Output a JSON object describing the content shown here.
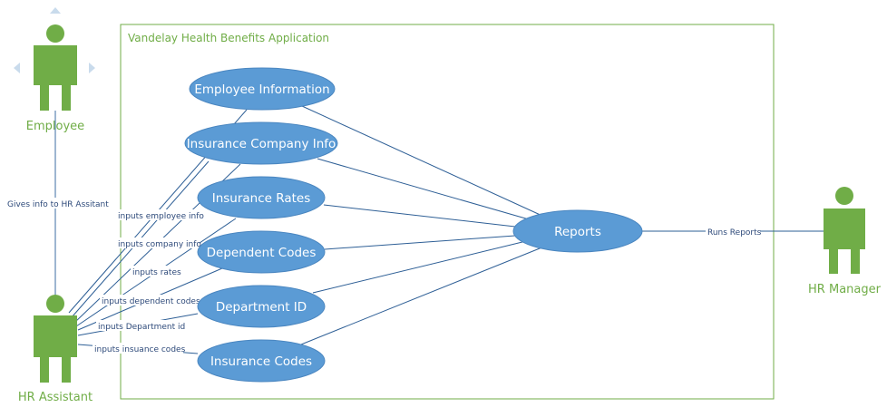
{
  "system": {
    "title": "Vandelay Health Benefits Application"
  },
  "actors": {
    "employee": "Employee",
    "hr_assistant": "HR Assistant",
    "hr_manager": "HR Manager"
  },
  "use_cases": {
    "employee_information": "Employee Information",
    "insurance_company_info": "Insurance Company Info",
    "insurance_rates": "Insurance Rates",
    "dependent_codes": "Dependent Codes",
    "department_id": "Department ID",
    "insurance_codes": "Insurance Codes",
    "reports": "Reports"
  },
  "relations": {
    "gives_info": "Gives info to HR Assitant",
    "inputs_employee_info": "inputs employee info",
    "inputs_company_info": "inputs company info",
    "inputs_rates": "inputs rates",
    "inputs_dependent_codes": "inputs dependent codes",
    "inputs_department_id": "inputs Department id",
    "inputs_insurance_codes": "inputs insuance codes",
    "runs_reports": "Runs Reports"
  },
  "colors": {
    "actor": "#70ad47",
    "use_case_fill": "#5b9bd5",
    "link": "#2e5f96",
    "boundary": "#70ad47"
  }
}
